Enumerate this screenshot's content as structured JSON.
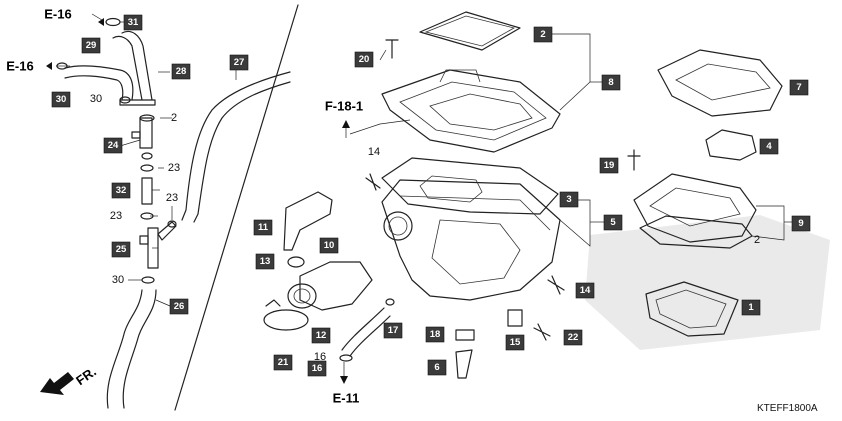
{
  "figure_code": "KTEFF1800A",
  "direction_label": "FR.",
  "references": [
    {
      "id": "ref-e16-top",
      "text": "E-16"
    },
    {
      "id": "ref-e16-left",
      "text": "E-16"
    },
    {
      "id": "ref-f18-1",
      "text": "F-18-1"
    },
    {
      "id": "ref-e11",
      "text": "E-11"
    }
  ],
  "boxed_callouts": [
    "31",
    "29",
    "28",
    "30",
    "27",
    "24",
    "32",
    "25",
    "26",
    "20",
    "2",
    "8",
    "7",
    "4",
    "19",
    "3",
    "5",
    "9",
    "11",
    "10",
    "13",
    "1",
    "14",
    "12",
    "17",
    "18",
    "15",
    "22",
    "21",
    "16",
    "6"
  ],
  "plain_callouts": [
    "2",
    "30",
    "23",
    "23",
    "23",
    "30",
    "14",
    "2",
    "16"
  ]
}
